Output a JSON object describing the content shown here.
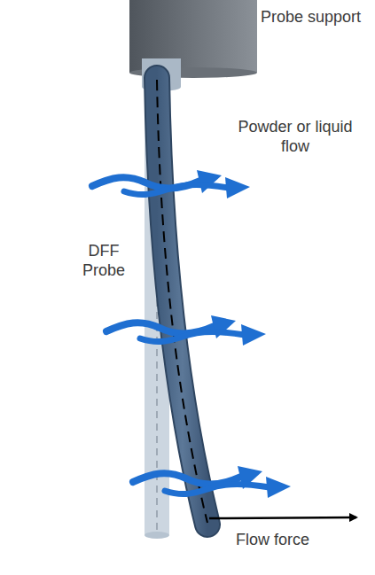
{
  "diagram": {
    "labels": [
      "Probe support",
      "Powder or liquid flow",
      "DFF Probe",
      "Flow force"
    ]
  }
}
